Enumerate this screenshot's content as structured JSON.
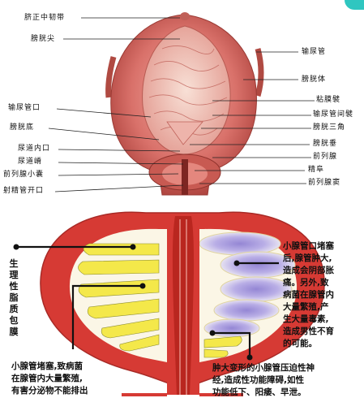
{
  "top_labels": {
    "umbilical_ligament": "脐正中韧带",
    "bladder_apex": "膀胱尖",
    "ureter": "输尿管",
    "bladder_body": "膀胱体",
    "mucosal_folds": "粘膜襞",
    "interureteric_fold": "输尿管间襞",
    "trigone": "膀胱三角",
    "uvula": "膀胱垂",
    "prostate": "前列腺",
    "colliculus": "精阜",
    "prostatic_sinus": "前列腺窦",
    "ureteric_orifice": "输尿管口",
    "bladder_fundus": "膀胱底",
    "internal_urethral_orifice": "尿道内口",
    "urethral_crest": "尿道嵴",
    "prostatic_utricle": "前列腺小囊",
    "ejaculatory_duct_opening": "射精管开口"
  },
  "vertical_label": "生理性脂质包膜",
  "notes": {
    "right": [
      "小腺管口堵塞",
      "后,腺管肿大,",
      "造成会阴部胀",
      "痛。另外,致",
      "病菌在腺管内",
      "大量繁殖,产",
      "生大量毒素,",
      "造成男性不育",
      "的可能。"
    ],
    "bottom_left": [
      "小腺管堵塞,致病菌",
      "在腺管内大量繁殖,",
      "有害分泌物不能排出"
    ],
    "bottom_right": [
      "肿大变形的小腺管压迫性神",
      "经,造成性功能障碍,如性",
      "功能低下、阳痿、早泄。"
    ]
  },
  "colors": {
    "accent": "#2fc6c0",
    "tissue_red": "#d63a34",
    "gland_yellow": "#f4e84a",
    "gland_purple": "#b3a8e2"
  }
}
